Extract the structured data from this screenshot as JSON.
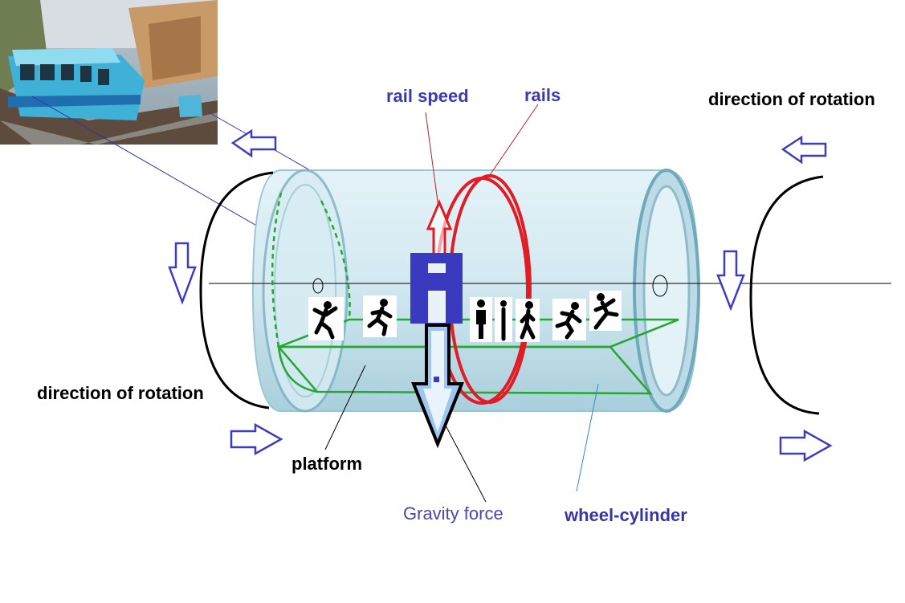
{
  "labels": {
    "rail_speed": "rail speed",
    "rails": "rails",
    "direction_right": "direction of rotation",
    "direction_left": "direction of rotation",
    "platform": "platform",
    "gravity": "Gravity force",
    "wheel": "wheel-cylinder"
  },
  "colors": {
    "label_blue": "#3a3ab4",
    "gravity_blue": "#4848b0",
    "wheel_blue": "#3636a8",
    "rail_red": "#e21c24",
    "platform_green": "#24a830",
    "cylinder_fill": "#cfe8f0",
    "cylinder_stroke": "#7fb3c4",
    "block_blue": "#3a3ac0",
    "arrow_outline": "#3c3cc0"
  },
  "photo": {
    "subject": "funicular tram car on inclined rails"
  }
}
